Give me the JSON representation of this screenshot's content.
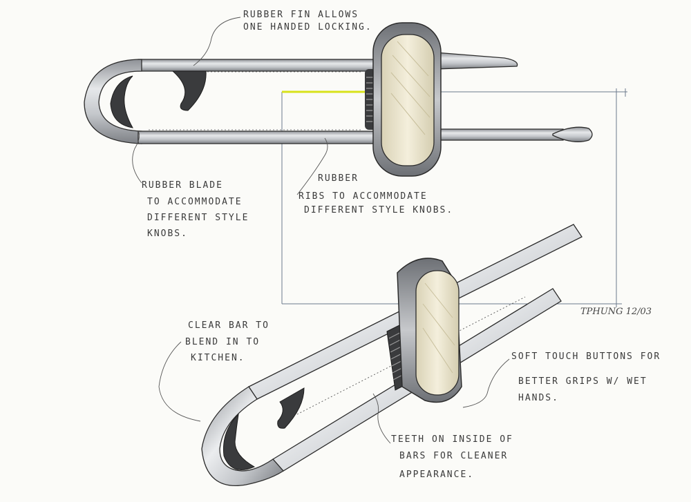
{
  "annotations": {
    "rubber_fin": [
      "RUBBER FIN ALLOWS",
      "ONE HANDED LOCKING."
    ],
    "rubber_blade": [
      "RUBBER BLADE",
      "TO ACCOMMODATE",
      "DIFFERENT STYLE",
      "KNOBS."
    ],
    "rubber_ribs": [
      "RUBBER",
      "RIBS TO ACCOMMODATE",
      "DIFFERENT STYLE KNOBS."
    ],
    "clear_bar": [
      "CLEAR BAR TO",
      "BLEND IN TO",
      "KITCHEN."
    ],
    "soft_touch": [
      "SOFT TOUCH BUTTONS FOR",
      "BETTER GRIPS W/ WET",
      "HANDS."
    ],
    "teeth": [
      "TEETH ON INSIDE OF",
      "BARS FOR CLEANER",
      "APPEARANCE."
    ]
  },
  "signature": "TPHUNG 12/03",
  "colors": {
    "bar_metal": "#c9ccd0",
    "bar_outline": "#2b2b2b",
    "lock_body": "#ece6cf",
    "lock_frame": "#9a9ca0",
    "rubber_dark": "#3a3b3d",
    "highlight": "#d8e21a",
    "frame_line": "#6b7a8c"
  }
}
